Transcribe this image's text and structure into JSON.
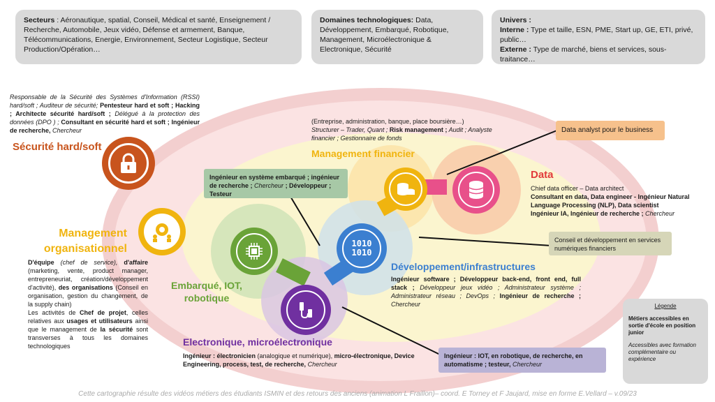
{
  "top": {
    "secteurs": {
      "label": "Secteurs",
      "text": " : Aéronautique, spatial, Conseil, Médical et santé, Enseignement / Recherche, Automobile, Jeux vidéo, Défense et armement, Banque, Télécommunications, Energie, Environnement, Secteur Logistique, Secteur Production/Opération…"
    },
    "domaines": {
      "label": "Domaines technologiques:",
      "text": " Data, Développement, Embarqué, Robotique, Management, Microélectronique & Electronique, Sécurité"
    },
    "univers": {
      "label": "Univers :",
      "interne_label": "Interne :",
      "interne_text": " Type et taille, ESN, PME, Start up, GE, ETI, privé, public…",
      "externe_label": "Externe :",
      "externe_text": " Type de marché, biens et services, sous-traitance…"
    }
  },
  "securite": {
    "title": "Sécurité hard/soft",
    "t1": "Responsable de la Sécurité des Systèmes d'Information (RSSI) hard/soft ; Auditeur de sécurité;",
    "t2": " Pentesteur hard et soft ; Hacking ;  Architecte sécurité hard/soft ;",
    "t3": " Délégué à la protection des données (DPO ) ;",
    "t4": " Consultant en sécurité hard et soft ; Ingénieur de recherche,",
    "t5": " Chercheur"
  },
  "management_org": {
    "title1": "Management",
    "title2": "organisationnel",
    "p1_a": "D'équipe",
    "p1_b": " (chef de service),",
    "p1_c": " d'affaire",
    "p1_d": " (marketing, vente, product manager, entrepreneuriat, création/développement d'activité),",
    "p1_e": " des organisations",
    "p1_f": " (Conseil en organisation, gestion du changement, de la supply chain)",
    "p2_a": "Les activités de ",
    "p2_b": "Chef de projet",
    "p2_c": ", celles relatives aux ",
    "p2_d": "usages et utilisateurs",
    "p2_e": " ainsi que le management de ",
    "p2_f": "la sécurité",
    "p2_g": " sont transverses à tous les domaines technologiques"
  },
  "management_fin": {
    "title": "Management financier",
    "l1": "(Entreprise, administration, banque, place boursière…)",
    "l2a": "Structurer – Trader, Quant ;",
    "l2b": " Risk management ;",
    "l2c": " Audit ; Analyste financier ; Gestionnaire de fonds"
  },
  "data": {
    "title": "Data",
    "l1": "Chief data officer – Data architect",
    "l2": "Consultant en data, Data engineer - Ingénieur Natural Language Processing (NLP), Data scientist",
    "l3": "Ingénieur IA, Ingénieur de recherche ;",
    "l4": " Chercheur"
  },
  "data_analyst_box": "Data analyst pour le business",
  "conseil_box": "Conseil et développement en services numériques financiers",
  "embarque": {
    "title": "Embarqué, IOT, robotique",
    "box_a": "Ingénieur en système embarqué ; ingénieur de recherche ;",
    "box_b": " Chercheur",
    "box_c": " ; Développeur ; Testeur"
  },
  "dev": {
    "title": "Développement/infrastructures",
    "a": "Ingénieur software ; Développeur back-end, front end, full stack ;",
    "b": " Développeur jeux vidéo ; Administrateur système ; Administrateur réseau ; DevOps ;",
    "c": " Ingénieur de recherche ;",
    "d": " Chercheur",
    "icon_text": "1010\n1010"
  },
  "elec": {
    "title": "Electronique, microélectronique",
    "a": "Ingénieur : électronicien",
    "b": " (analogique et numérique),",
    "c": " micro-électronique, Device Engineering, process, test, de recherche,",
    "d": " Chercheur"
  },
  "iot_box": {
    "a": "Ingénieur : IOT, en robotique, de recherche, en automatisme ; testeur,",
    "b": " Chercheur"
  },
  "legend": {
    "title": "Légende",
    "bold": "Métiers accessibles en sortie d'école en position junior",
    "italic": "Accessibles avec formation complémentaire ou expérience"
  },
  "footer": "Cette cartographie résulte des vidéos métiers des étudiants ISMIN et des retours des anciens (animation L Fraillon)– coord. E Torney et F Jaujard, mise en forme E.Vellard – v.09/23",
  "colors": {
    "orange": "#c8541d",
    "yellow": "#f0b40f",
    "green": "#6aa338",
    "purple": "#7030a0",
    "blue": "#3b7fd0",
    "pink": "#e8508a",
    "outer": "#f6d4d4",
    "inner": "#fbf6d4"
  }
}
